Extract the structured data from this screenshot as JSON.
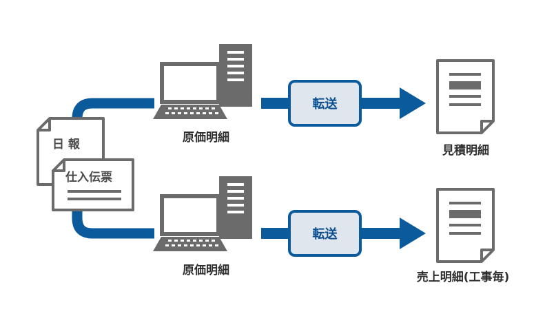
{
  "source_docs": {
    "back_title": "日 報",
    "front_title": "仕入伝票"
  },
  "top_row": {
    "system_label": "原価明細",
    "badge": "転送",
    "output_label": "見積明細"
  },
  "bottom_row": {
    "system_label": "原価明細",
    "badge": "転送",
    "output_label": "売上明細(工事毎)"
  },
  "colors": {
    "flow_blue": "#0b5a9c",
    "badge_fill": "#dfe6ee",
    "gray": "#6b6b6b",
    "paper": "#ffffff"
  }
}
